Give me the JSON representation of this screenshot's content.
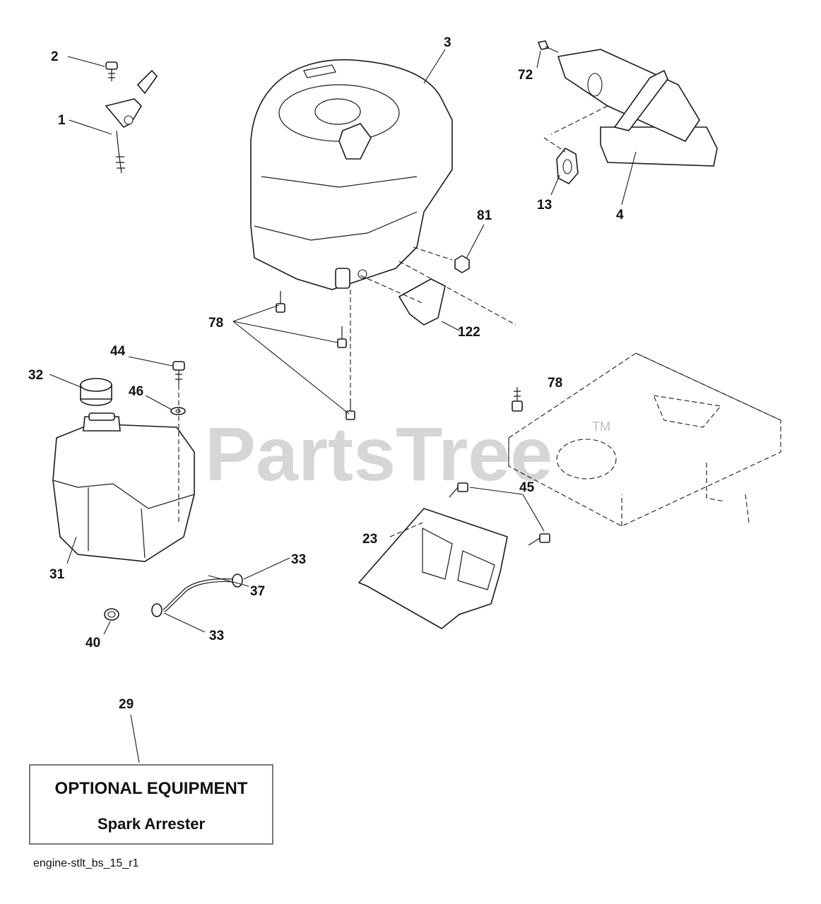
{
  "watermark": {
    "text": "PartsTree",
    "trademark": "TM"
  },
  "callouts": {
    "c1": "1",
    "c2": "2",
    "c3": "3",
    "c4": "4",
    "c13": "13",
    "c72": "72",
    "c81": "81",
    "c78_top": "78",
    "c78_right": "78",
    "c122": "122",
    "c44": "44",
    "c46": "46",
    "c32": "32",
    "c31": "31",
    "c33_top": "33",
    "c33_bottom": "33",
    "c37": "37",
    "c40": "40",
    "c23": "23",
    "c45": "45",
    "c29": "29"
  },
  "optional_box": {
    "title": "OPTIONAL EQUIPMENT",
    "subtitle": "Spark Arrester"
  },
  "file_id": "engine-stlt_bs_15_r1"
}
